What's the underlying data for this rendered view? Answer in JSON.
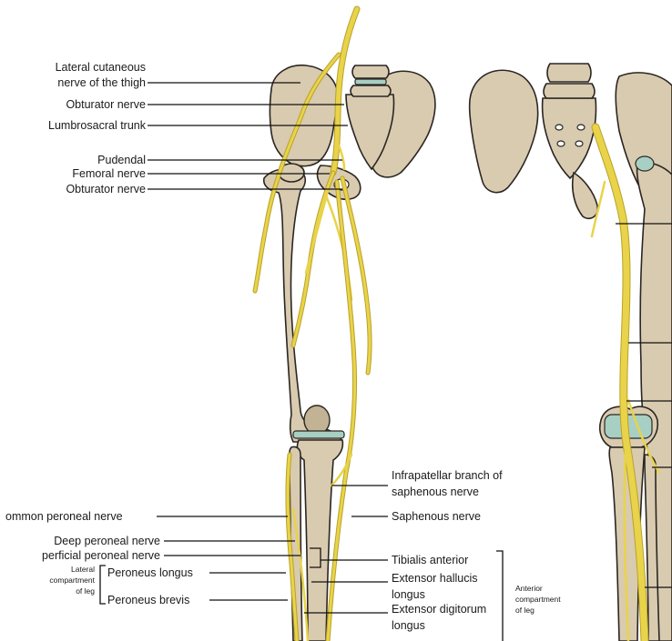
{
  "labels": {
    "lateral_cutaneous_1": "Lateral cutaneous",
    "lateral_cutaneous_2": "nerve of the thigh",
    "obturator_nerve_top": "Obturator nerve",
    "lumbrosacral_trunk": "Lumbrosacral trunk",
    "pudendal": "Pudendal",
    "femoral_nerve": "Femoral nerve",
    "obturator_nerve_bottom": "Obturator nerve",
    "infrapatellar_1": "Infrapatellar branch of",
    "infrapatellar_2": "saphenous nerve",
    "common_peroneal": "ommon peroneal nerve",
    "saphenous": "Saphenous nerve",
    "deep_peroneal": "Deep peroneal nerve",
    "superficial_peroneal": "perficial peroneal nerve",
    "tibialis_anterior": "Tibialis anterior",
    "lateral_compartment_1": "Lateral",
    "lateral_compartment_2": "compartment",
    "lateral_compartment_3": "of leg",
    "peroneus_longus": "Peroneus longus",
    "extensor_hallucis_1": "Extensor hallucis",
    "extensor_hallucis_2": "longus",
    "peroneus_brevis": "Peroneus brevis",
    "extensor_digitorum_1": "Extensor digitorum",
    "extensor_digitorum_2": "longus",
    "anterior_compartment_1": "Anterior",
    "anterior_compartment_2": "compartment",
    "anterior_compartment_3": "of leg"
  },
  "colors": {
    "nerve": "#e8d34a",
    "bone": "#d9cbb0",
    "cartilage": "#a8cfc4",
    "outline": "#2b2622"
  }
}
